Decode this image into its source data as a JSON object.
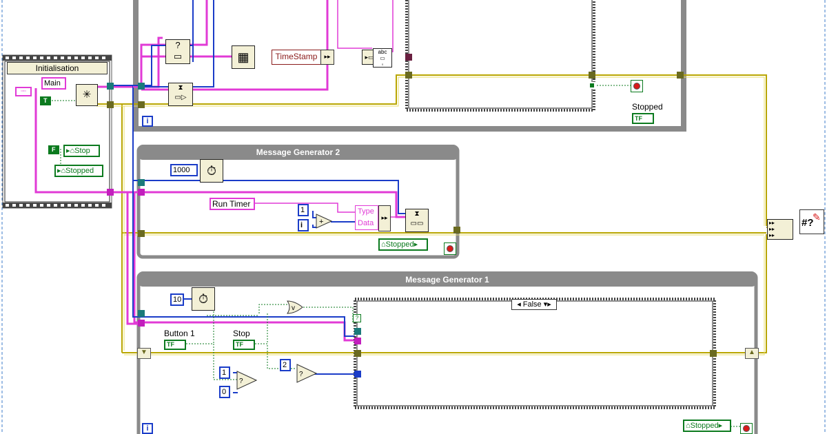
{
  "init_frame": {
    "title": "Initialisation",
    "main_label": "Main",
    "true_const": "T",
    "false_const": "F",
    "stop_local": "Stop",
    "stopped_local": "Stopped"
  },
  "top_loop": {
    "timestamp_label": "TimeStamp",
    "stopped_label": "Stopped",
    "tf_label": "TF",
    "iteration_terminal": "i"
  },
  "message_generator_2": {
    "title": "Message Generator 2",
    "wait_const": "1000",
    "run_timer": "Run Timer",
    "one_const": "1",
    "i_const": "i",
    "type_label": "Type",
    "data_label": "Data",
    "stopped_local": "Stopped"
  },
  "message_generator_1": {
    "title": "Message Generator 1",
    "wait_const": "10",
    "case_selector": "False",
    "button1_label": "Button 1",
    "stop_label": "Stop",
    "tf_label": "TF",
    "one_const": "1",
    "zero_const": "0",
    "two_const": "2",
    "stopped_local": "Stopped",
    "iteration_terminal": "i"
  },
  "error_handler": {
    "icon_text": "#?"
  },
  "colors": {
    "loop_gray": "#8a8a8a",
    "wire_pink": "#e13ad6",
    "wire_blue": "#1a3cc8",
    "wire_yellow": "#c8b400",
    "wire_green": "#0b7a1e",
    "stop_red": "#d81b1b"
  }
}
